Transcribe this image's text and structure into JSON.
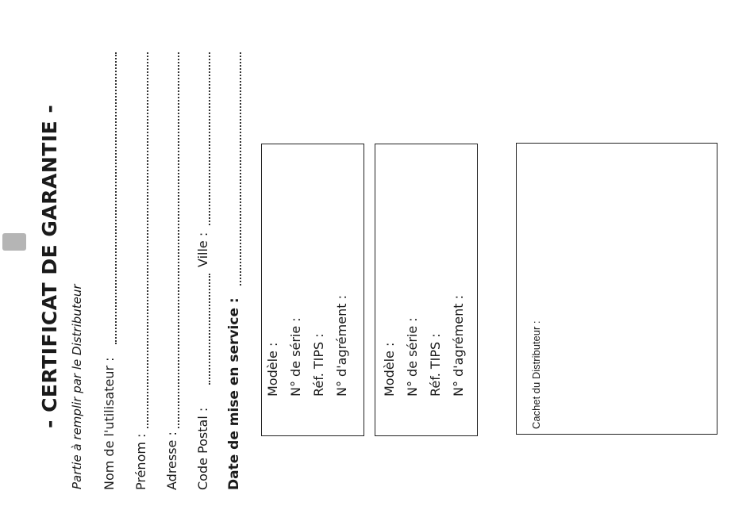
{
  "title": "- CERTIFICAT DE GARANTIE -",
  "subtitle": "Partie à remplir par le Distributeur",
  "fields": {
    "nom": "Nom de l'utilisateur :",
    "prenom": "Prénom :",
    "adresse": "Adresse :",
    "code_postal": "Code Postal :",
    "ville": "Ville :",
    "date_service": "Date de mise en service :"
  },
  "product_boxes": [
    {
      "modele": "Modèle :",
      "serie": "N° de série :",
      "ref": "Réf. TIPS :",
      "agrement": "N° d'agrément :"
    },
    {
      "modele": "Modèle :",
      "serie": "N° de série :",
      "ref": "Réf. TIPS :",
      "agrement": "N° d'agrément :"
    }
  ],
  "stamp_box": {
    "label": "Cachet du Distributeur :"
  }
}
